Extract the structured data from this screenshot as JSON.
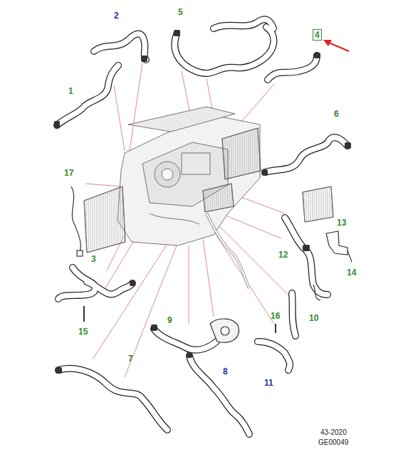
{
  "diagram": {
    "nodes": [
      {
        "text": [
          "4"
        ]
      }
    ],
    "edges": [],
    "labels": [
      "2",
      "5",
      "1",
      "6",
      "17",
      "13",
      "3",
      "12",
      "14",
      "16",
      "10",
      "15",
      "9",
      "7",
      "8",
      "11",
      "43-2020",
      "GE00049"
    ]
  }
}
